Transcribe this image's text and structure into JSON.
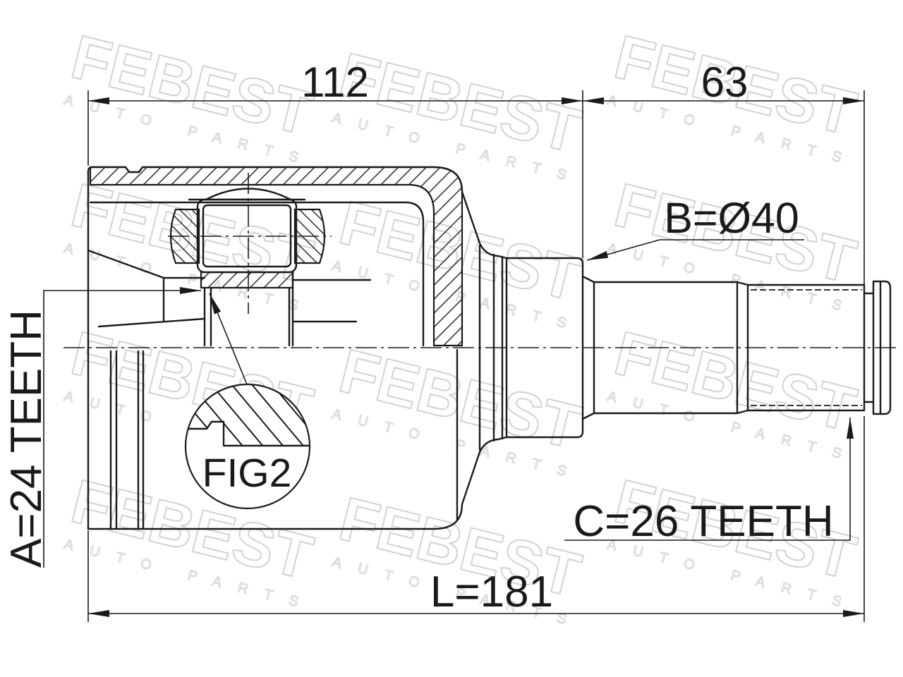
{
  "drawing": {
    "dimension_housing": "112",
    "dimension_shaft": "63",
    "dimension_total": "L=181",
    "diameter_b": "B=Ø40",
    "teeth_a": "A=24 TEETH",
    "teeth_c": "C=26 TEETH",
    "detail_label": "FIG2"
  },
  "watermark": {
    "brand": "FEBEST",
    "tagline": "AUTO PARTS",
    "color": "#d3d3d3"
  },
  "colors": {
    "ink": "#1a1a1a",
    "background": "#ffffff"
  }
}
